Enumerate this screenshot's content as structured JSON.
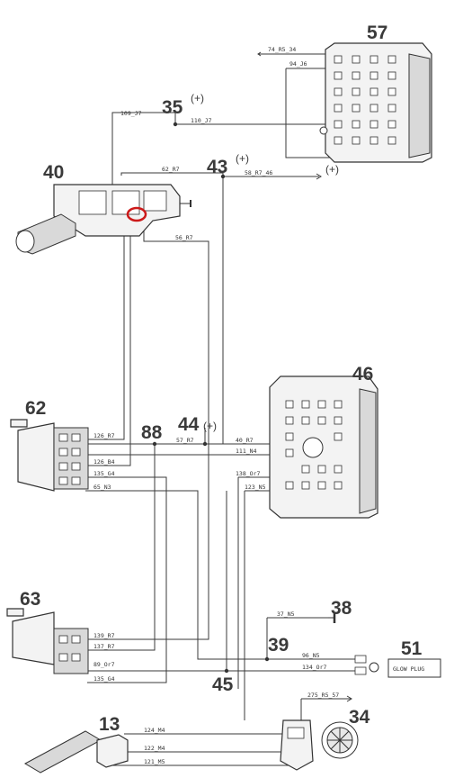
{
  "components": [
    {
      "id": "57",
      "plus": ""
    },
    {
      "id": "35",
      "plus": "(+)"
    },
    {
      "id": "40",
      "plus": ""
    },
    {
      "id": "43",
      "plus": "(+)"
    },
    {
      "id": "46",
      "plus": ""
    },
    {
      "id": "62",
      "plus": ""
    },
    {
      "id": "88",
      "plus": ""
    },
    {
      "id": "44",
      "plus": "(+)"
    },
    {
      "id": "63",
      "plus": ""
    },
    {
      "id": "38",
      "plus": ""
    },
    {
      "id": "39",
      "plus": ""
    },
    {
      "id": "51",
      "plus": ""
    },
    {
      "id": "45",
      "plus": ""
    },
    {
      "id": "13",
      "plus": ""
    },
    {
      "id": "34",
      "plus": ""
    }
  ],
  "wire_labels": [
    "74_R5_34",
    "94_J6",
    "109_J7",
    "110_J7",
    "62_R7",
    "58_R7_46",
    "56_R7",
    "126_R7",
    "57_R7",
    "40_R7",
    "126_B4",
    "111_N4",
    "135_G4",
    "138_Or7",
    "65_N3",
    "123_N5",
    "37_N5",
    "139_R7",
    "137_R7",
    "96_N5",
    "89_Or7",
    "134_Or7",
    "135_G4",
    "275_R5_57",
    "124_M4",
    "122_M4",
    "121_M5"
  ],
  "plus_marks": [
    "(+)"
  ],
  "glow_plug_label": "GLOW  PLUG",
  "highlight": {
    "color": "#cc1a1a"
  }
}
